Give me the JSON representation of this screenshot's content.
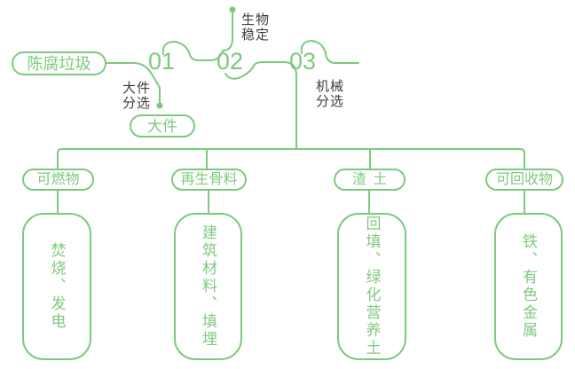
{
  "colors": {
    "accent_green": "#7fc97f",
    "label_text": "#3e3e3e",
    "background": "#ffffff"
  },
  "flow": {
    "source": {
      "label": "陈腐垃圾"
    },
    "stages": [
      {
        "number": "01",
        "process_lines": [
          "大件",
          "分选"
        ],
        "output_label": "大件"
      },
      {
        "number": "02",
        "process_lines": [
          "生物",
          "稳定"
        ]
      },
      {
        "number": "03",
        "process_lines": [
          "机械",
          "分选"
        ]
      }
    ]
  },
  "outputs": [
    {
      "category": "可燃物",
      "disposal": "焚烧、发电"
    },
    {
      "category": "再生骨料",
      "disposal": "建筑材料、填埋"
    },
    {
      "category": "渣土",
      "disposal": "回填、绿化营养土"
    },
    {
      "category": "可回收物",
      "disposal": "铁、有色金属"
    }
  ]
}
